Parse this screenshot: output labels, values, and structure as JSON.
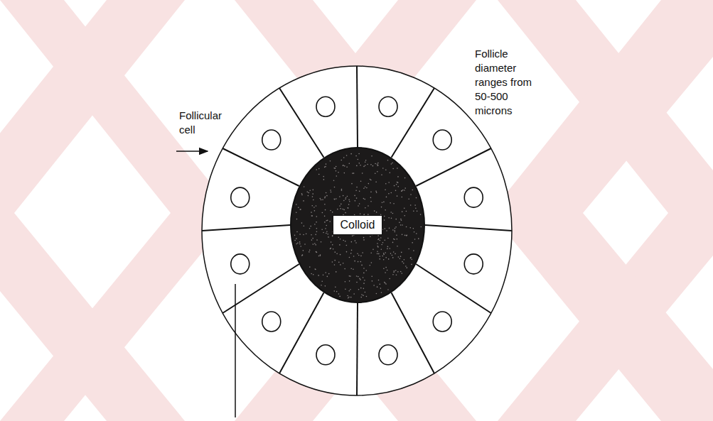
{
  "diagram": {
    "nodes": [
      {
        "text": [
          "Colloid"
        ]
      }
    ],
    "labels": [
      "Follicular cell",
      "Follicle diameter ranges from 50-500 microns"
    ]
  }
}
